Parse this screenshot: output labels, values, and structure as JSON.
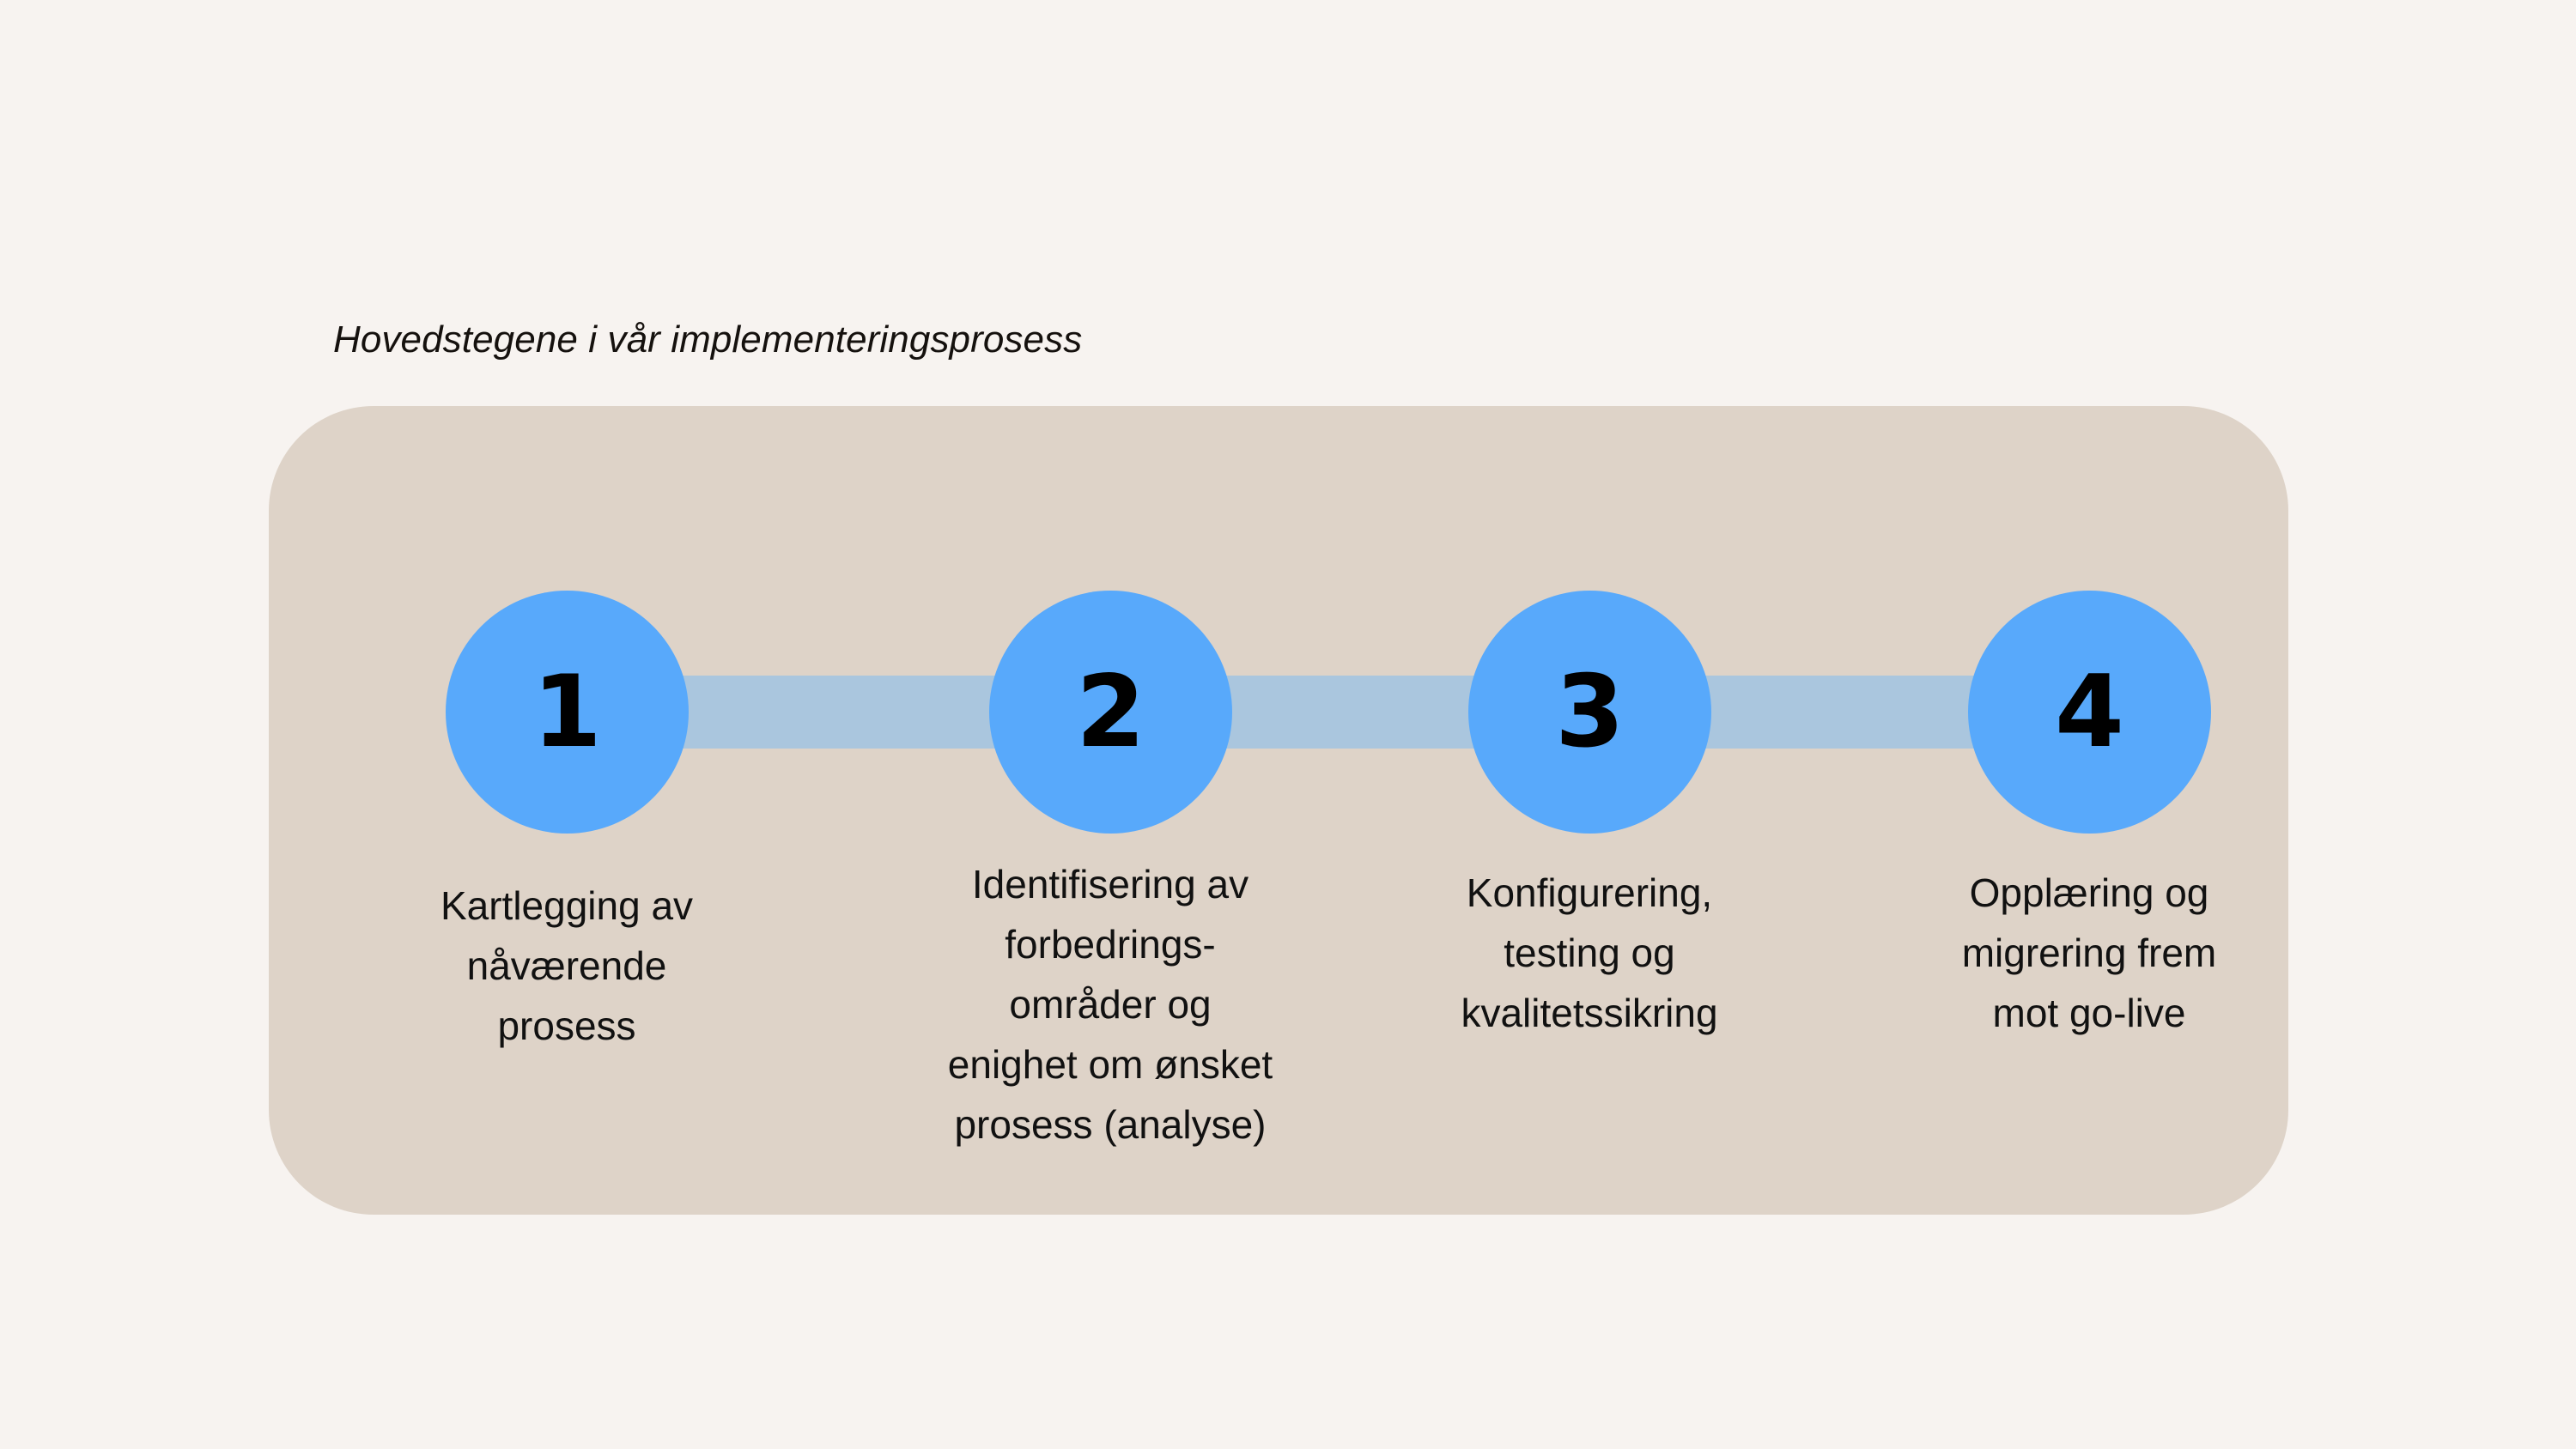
{
  "page": {
    "background_color": "#f7f3f0"
  },
  "title": "Hovedstegene i vår implementeringsprosess",
  "panel": {
    "background_color": "#ded3c8",
    "corner_radius": "122px"
  },
  "theme": {
    "circle_color": "#58a9fb",
    "connector_color": "#aac6de",
    "number_color": "#000000",
    "label_color": "#111111",
    "title_color": "#15110e"
  },
  "steps": [
    {
      "number": "1",
      "label": "Kartlegging av\nnåværende\nprosess"
    },
    {
      "number": "2",
      "label": "Identifisering av\nforbedrings-\nområder og\nenighet om ønsket\nprosess (analyse)"
    },
    {
      "number": "3",
      "label": "Konfigurering,\ntesting og\nkvalitetssikring"
    },
    {
      "number": "4",
      "label": "Opplæring og\nmigrering frem\nmot go-live"
    }
  ]
}
